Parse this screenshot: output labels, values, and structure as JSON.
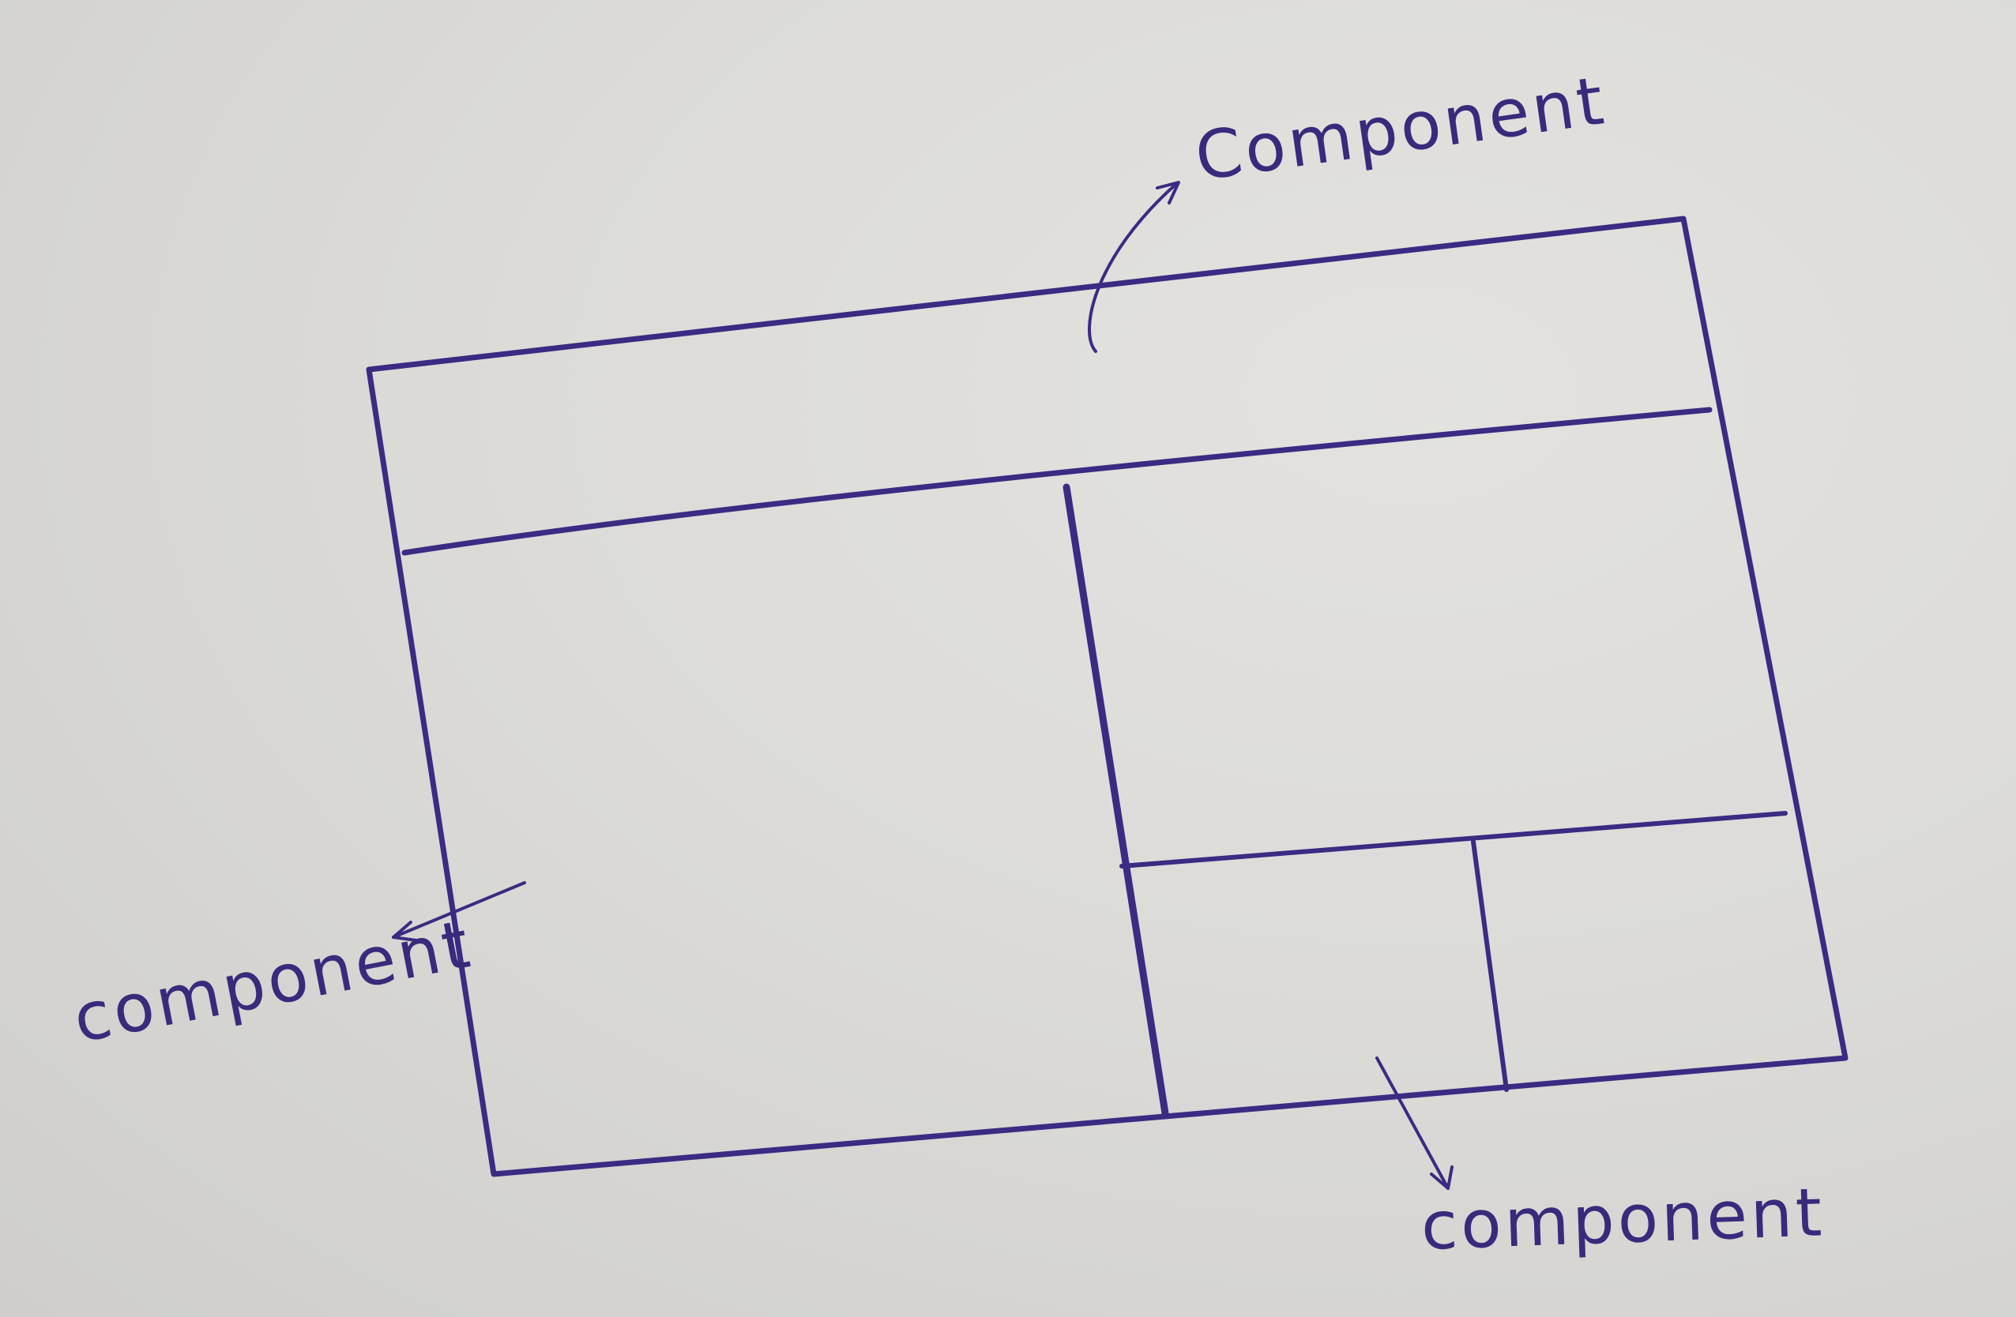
{
  "diagram": {
    "labels": {
      "top": "Component",
      "left": "component",
      "bottom": "component"
    },
    "colors": {
      "paper": "#dcdbd8",
      "ink": "#3d2a82"
    }
  }
}
